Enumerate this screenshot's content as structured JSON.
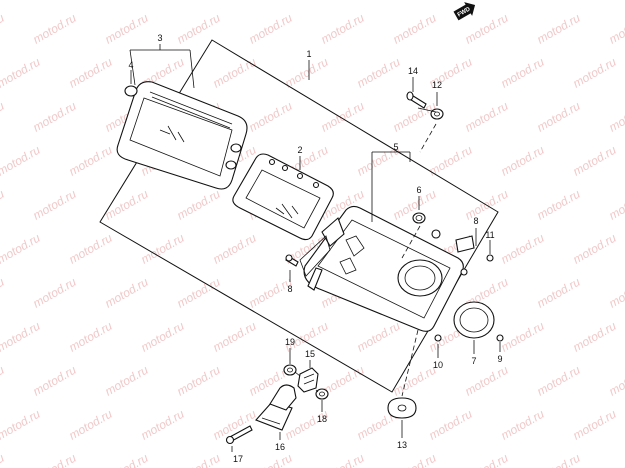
{
  "diagram": {
    "watermark_text": "motod.ru",
    "fwd_label": "FWD",
    "callouts": [
      {
        "id": "c1",
        "text": "1"
      },
      {
        "id": "c2",
        "text": "2"
      },
      {
        "id": "c3",
        "text": "3"
      },
      {
        "id": "c4",
        "text": "4"
      },
      {
        "id": "c5",
        "text": "5"
      },
      {
        "id": "c6",
        "text": "6"
      },
      {
        "id": "c7",
        "text": "7"
      },
      {
        "id": "c8a",
        "text": "8"
      },
      {
        "id": "c8b",
        "text": "8"
      },
      {
        "id": "c9",
        "text": "9"
      },
      {
        "id": "c10",
        "text": "10"
      },
      {
        "id": "c11",
        "text": "11"
      },
      {
        "id": "c12",
        "text": "12"
      },
      {
        "id": "c13",
        "text": "13"
      },
      {
        "id": "c14",
        "text": "14"
      },
      {
        "id": "c15",
        "text": "15"
      },
      {
        "id": "c16",
        "text": "16"
      },
      {
        "id": "c17",
        "text": "17"
      },
      {
        "id": "c18",
        "text": "18"
      },
      {
        "id": "c19",
        "text": "19"
      }
    ]
  }
}
